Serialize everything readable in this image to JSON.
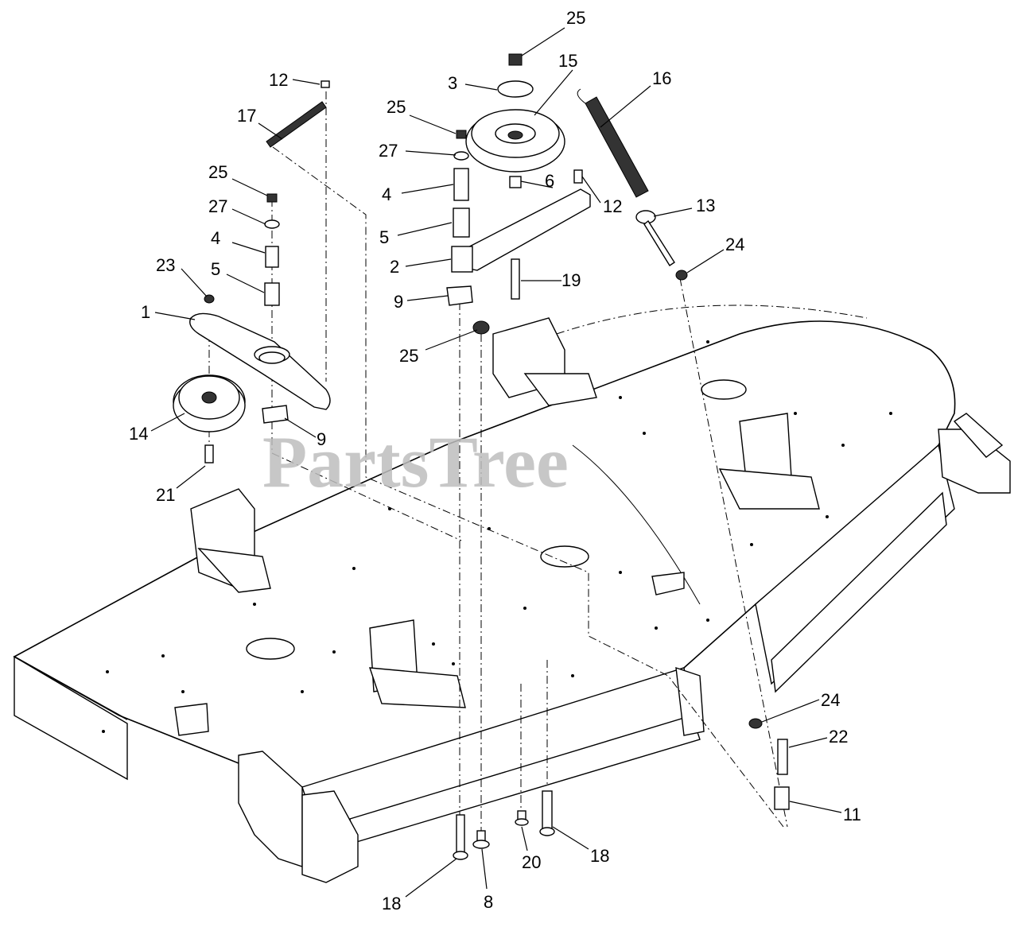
{
  "watermark": "PartsTree",
  "callouts": [
    {
      "id": "c25a",
      "label": "25"
    },
    {
      "id": "c15",
      "label": "15"
    },
    {
      "id": "c3",
      "label": "3"
    },
    {
      "id": "c16",
      "label": "16"
    },
    {
      "id": "c12a",
      "label": "12"
    },
    {
      "id": "c17",
      "label": "17"
    },
    {
      "id": "c25b",
      "label": "25"
    },
    {
      "id": "c27a",
      "label": "27"
    },
    {
      "id": "c25c",
      "label": "25"
    },
    {
      "id": "c4a",
      "label": "4"
    },
    {
      "id": "c6",
      "label": "6"
    },
    {
      "id": "c12b",
      "label": "12"
    },
    {
      "id": "c13",
      "label": "13"
    },
    {
      "id": "c27b",
      "label": "27"
    },
    {
      "id": "c5a",
      "label": "5"
    },
    {
      "id": "c24a",
      "label": "24"
    },
    {
      "id": "c4b",
      "label": "4"
    },
    {
      "id": "c2",
      "label": "2"
    },
    {
      "id": "c19",
      "label": "19"
    },
    {
      "id": "c23",
      "label": "23"
    },
    {
      "id": "c5b",
      "label": "5"
    },
    {
      "id": "c9a",
      "label": "9"
    },
    {
      "id": "c1",
      "label": "1"
    },
    {
      "id": "c25d",
      "label": "25"
    },
    {
      "id": "c14",
      "label": "14"
    },
    {
      "id": "c9b",
      "label": "9"
    },
    {
      "id": "c21",
      "label": "21"
    },
    {
      "id": "c24b",
      "label": "24"
    },
    {
      "id": "c22",
      "label": "22"
    },
    {
      "id": "c11",
      "label": "11"
    },
    {
      "id": "c18a",
      "label": "18"
    },
    {
      "id": "c20",
      "label": "20"
    },
    {
      "id": "c18b",
      "label": "18"
    },
    {
      "id": "c8",
      "label": "8"
    }
  ]
}
